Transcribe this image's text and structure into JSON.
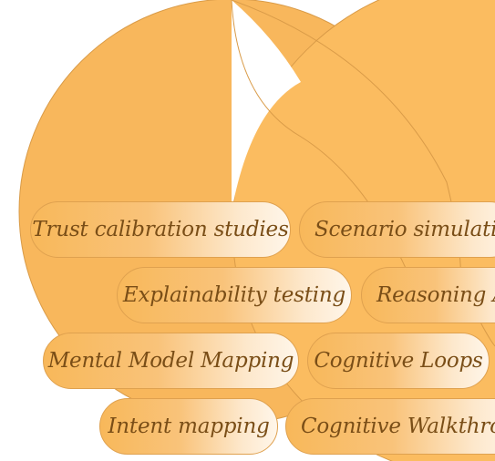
{
  "pills": [
    {
      "label": "Trust calibration studies"
    },
    {
      "label": "Scenario simulation"
    },
    {
      "label": "Explainability testing"
    },
    {
      "label": "Reasoning A"
    },
    {
      "label": "Mental Model Mapping"
    },
    {
      "label": "Cognitive Loops"
    },
    {
      "label": "Intent mapping"
    },
    {
      "label": "Cognitive Walkthrou"
    }
  ],
  "colors": {
    "circle_fill": "#f7b55a",
    "circle_stroke": "#d99b48",
    "pill_border": "#dfa14f",
    "text": "#7a4e17"
  }
}
